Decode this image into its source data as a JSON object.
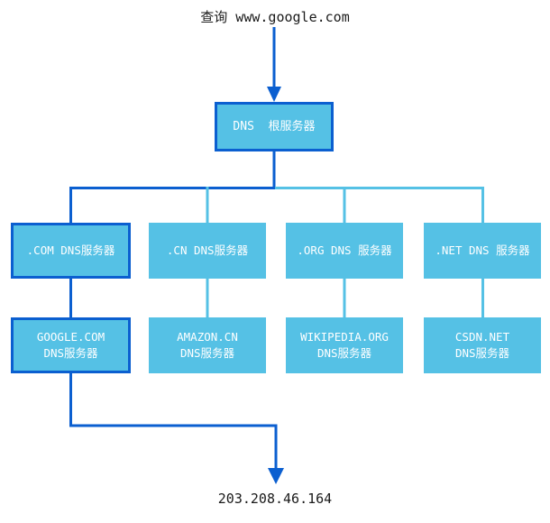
{
  "diagram": {
    "title_text": "查询 www.google.com",
    "result_text": "203.208.46.164",
    "colors": {
      "node_fill": "#55c1e5",
      "highlight_stroke": "#0b5fd0",
      "normal_stroke": "#55c1e5",
      "node_text": "#ffffff",
      "caption_text": "#1a1a1a",
      "background": "#ffffff"
    },
    "nodes": {
      "root": {
        "label": "DNS  根服务器",
        "highlighted": true
      },
      "tld": [
        {
          "label": ".COM DNS服务器",
          "highlighted": true
        },
        {
          "label": ".CN DNS服务器",
          "highlighted": false
        },
        {
          "label": ".ORG DNS 服务器",
          "highlighted": false
        },
        {
          "label": ".NET DNS 服务器",
          "highlighted": false
        }
      ],
      "authoritative": [
        {
          "line1": "GOOGLE.COM",
          "line2": "DNS服务器",
          "highlighted": true
        },
        {
          "line1": "AMAZON.CN",
          "line2": "DNS服务器",
          "highlighted": false
        },
        {
          "line1": "WIKIPEDIA.ORG",
          "line2": "DNS服务器",
          "highlighted": false
        },
        {
          "line1": "CSDN.NET",
          "line2": "DNS服务器",
          "highlighted": false
        }
      ]
    }
  }
}
